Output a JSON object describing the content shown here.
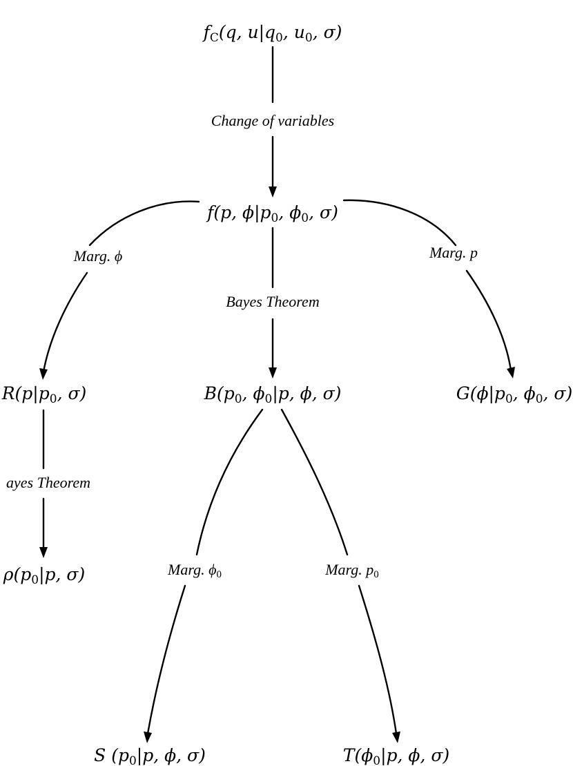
{
  "nodes": {
    "fc": "f_C(q, u|q_0, u_0, σ)",
    "f": "f(p, ϕ|p_0, ϕ_0, σ)",
    "R": "R(p|p_0, σ)",
    "B": "B(p_0, ϕ_0|p, ϕ, σ)",
    "G": "G(ϕ|p_0, ϕ_0, σ)",
    "rho": "ρ(p_0|p, σ)",
    "S": "S (p_0|p, ϕ, σ)",
    "T": "T(ϕ_0|p, ϕ, σ)"
  },
  "edge_labels": {
    "change_of_variables": "Change of variables",
    "marg_phi": "Marg. ϕ",
    "bayes_center": "Bayes Theorem",
    "marg_p": "Marg. p",
    "bayes_left": "ayes Theorem",
    "marg_phi0": "Marg. ϕ0",
    "marg_p0": "Marg. p0"
  },
  "node_parts": {
    "fc": [
      [
        "f",
        ""
      ],
      [
        "C",
        "sub"
      ],
      [
        "(q, u|q",
        ""
      ],
      [
        "0",
        "sub"
      ],
      [
        ", u",
        ""
      ],
      [
        "0",
        "sub"
      ],
      [
        ", σ)",
        ""
      ]
    ],
    "f": [
      [
        "f(p, ϕ|p",
        ""
      ],
      [
        "0",
        "sub"
      ],
      [
        ", ϕ",
        ""
      ],
      [
        "0",
        "sub"
      ],
      [
        ", σ)",
        ""
      ]
    ],
    "R": [
      [
        "R(p|p",
        ""
      ],
      [
        "0",
        "sub"
      ],
      [
        ", σ)",
        ""
      ]
    ],
    "B": [
      [
        "B(p",
        ""
      ],
      [
        "0",
        "sub"
      ],
      [
        ", ϕ",
        ""
      ],
      [
        "0",
        "sub"
      ],
      [
        "|p, ϕ, σ)",
        ""
      ]
    ],
    "G": [
      [
        "G(ϕ|p",
        ""
      ],
      [
        "0",
        "sub"
      ],
      [
        ", ϕ",
        ""
      ],
      [
        "0",
        "sub"
      ],
      [
        ", σ)",
        ""
      ]
    ],
    "rho": [
      [
        "ρ(p",
        ""
      ],
      [
        "0",
        "sub"
      ],
      [
        "|p, σ)",
        ""
      ]
    ],
    "S": [
      [
        "S (p",
        ""
      ],
      [
        "0",
        "sub"
      ],
      [
        "|p, ϕ, σ)",
        ""
      ]
    ],
    "T": [
      [
        "T(ϕ",
        ""
      ],
      [
        "0",
        "sub"
      ],
      [
        "|p, ϕ, σ)",
        ""
      ]
    ]
  },
  "label_parts": {
    "marg_phi0": [
      [
        "Marg. ϕ",
        ""
      ],
      [
        "0",
        "sub"
      ]
    ],
    "marg_p0": [
      [
        "Marg. p",
        ""
      ],
      [
        "0",
        "sub"
      ]
    ]
  }
}
